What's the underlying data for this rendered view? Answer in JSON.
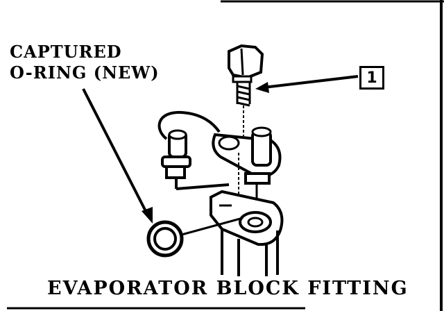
{
  "figure": {
    "callout_left_line1": "CAPTURED",
    "callout_left_line2": "O-RING (NEW)",
    "callout_number": "1",
    "caption": "EVAPORATOR BLOCK FITTING"
  },
  "colors": {
    "ink": "#000000",
    "paper": "#ffffff"
  }
}
